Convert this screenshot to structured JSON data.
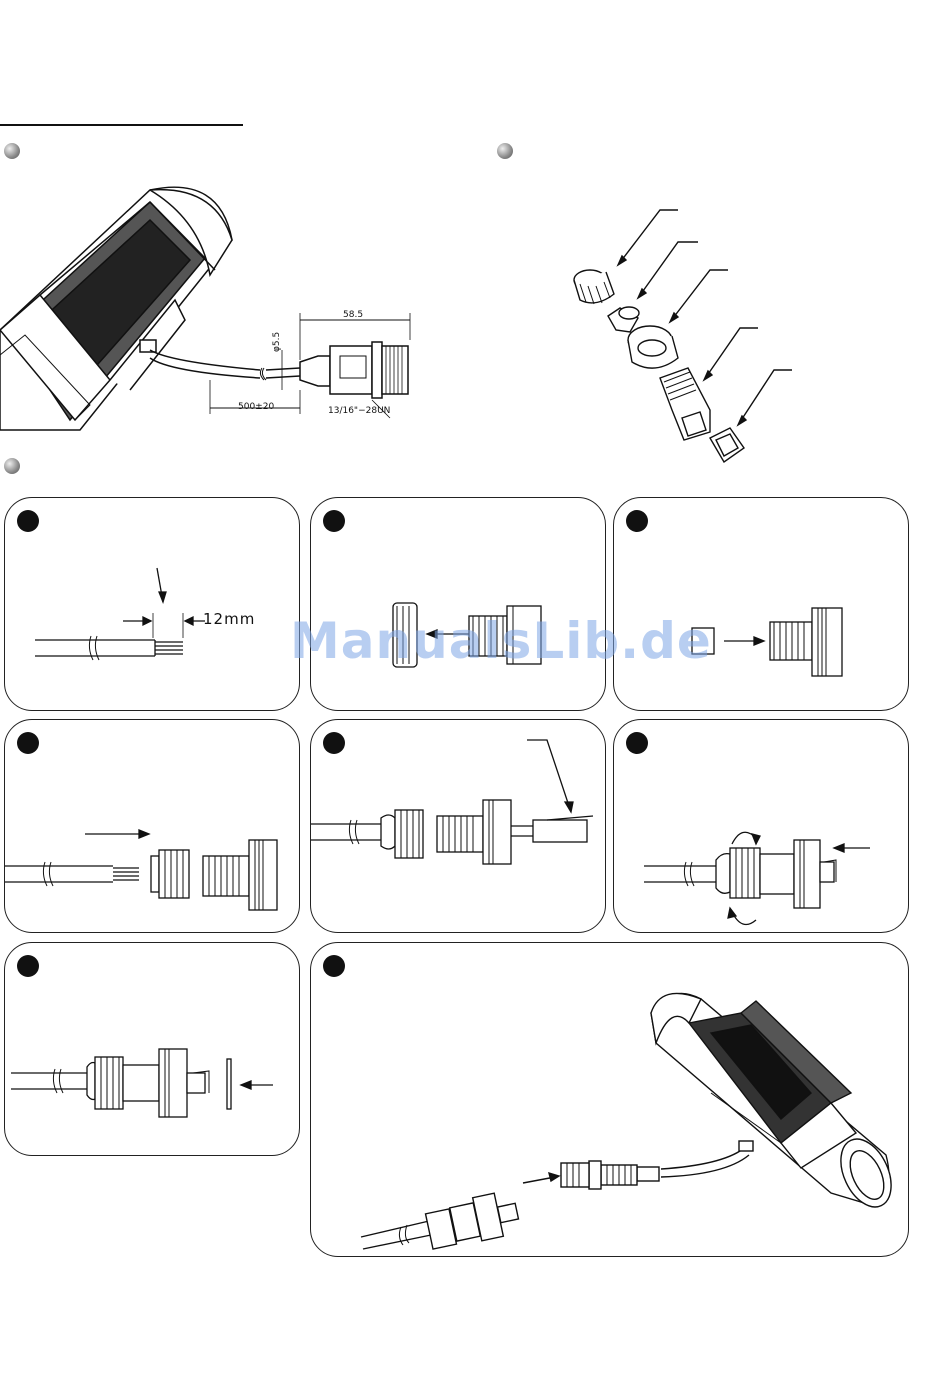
{
  "watermark": "ManualsLib.de",
  "dimensions": {
    "length": "58.5",
    "diameter": "φ5.5",
    "cable": "500±20",
    "thread": "13/16\"−28UN"
  },
  "step1": {
    "strip_length": "12mm"
  }
}
